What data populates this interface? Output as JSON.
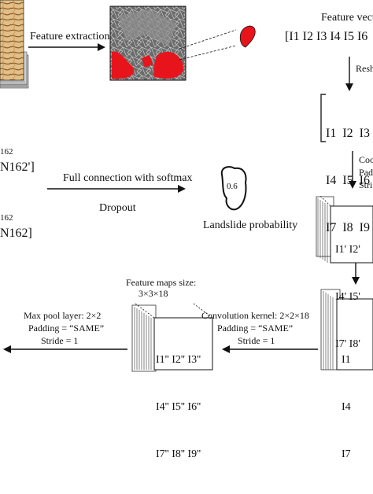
{
  "labels": {
    "feature_extraction": "Feature extraction",
    "feature_vector": "Feature vecto",
    "vector_values": "[I1 I2 I3 I4 I5 I6",
    "reshape": "Resh",
    "n162_a_small": "162",
    "n162_a": "N162']",
    "full_connection": "Full connection with softmax",
    "dropout": "Dropout",
    "n162_b_small": "162",
    "n162_b": "N162]",
    "probability_value": "0.6",
    "landslide_probability": "Landslide probability",
    "conv_a": "Coo",
    "conv_b": "Pad",
    "conv_c": "Stri",
    "feature_maps_size_1": "Feature maps size:",
    "feature_maps_size_2": "3×3×18",
    "max_pool": "Max pool layer: 2×2",
    "padding_left": "Padding = “SAME”",
    "stride_left": "Stride = 1",
    "conv_kernel": "Convolution kernel: 2×2×18",
    "padding_mid": "Padding = “SAME”",
    "stride_mid": "Stride = 1"
  },
  "matrices": {
    "reshape_rows": [
      "I1  I2  I3",
      "I4  I5  I6",
      "I7  I8  I9"
    ],
    "right_stack_rows": [
      "I1' I2'",
      "I4' I5'",
      "I7' I8'"
    ],
    "middle_stack_rows": [
      "I1'' I2'' I3''",
      "I4'' I5'' I6''",
      "I7'' I8'' I9''"
    ],
    "bottom_right_rows": [
      "I1",
      "I4",
      "I7"
    ]
  },
  "colors": {
    "highlight": "#e8141c",
    "map_dark": "#5a5a5a",
    "terrain": "#d8b27a",
    "line": "#111111"
  }
}
